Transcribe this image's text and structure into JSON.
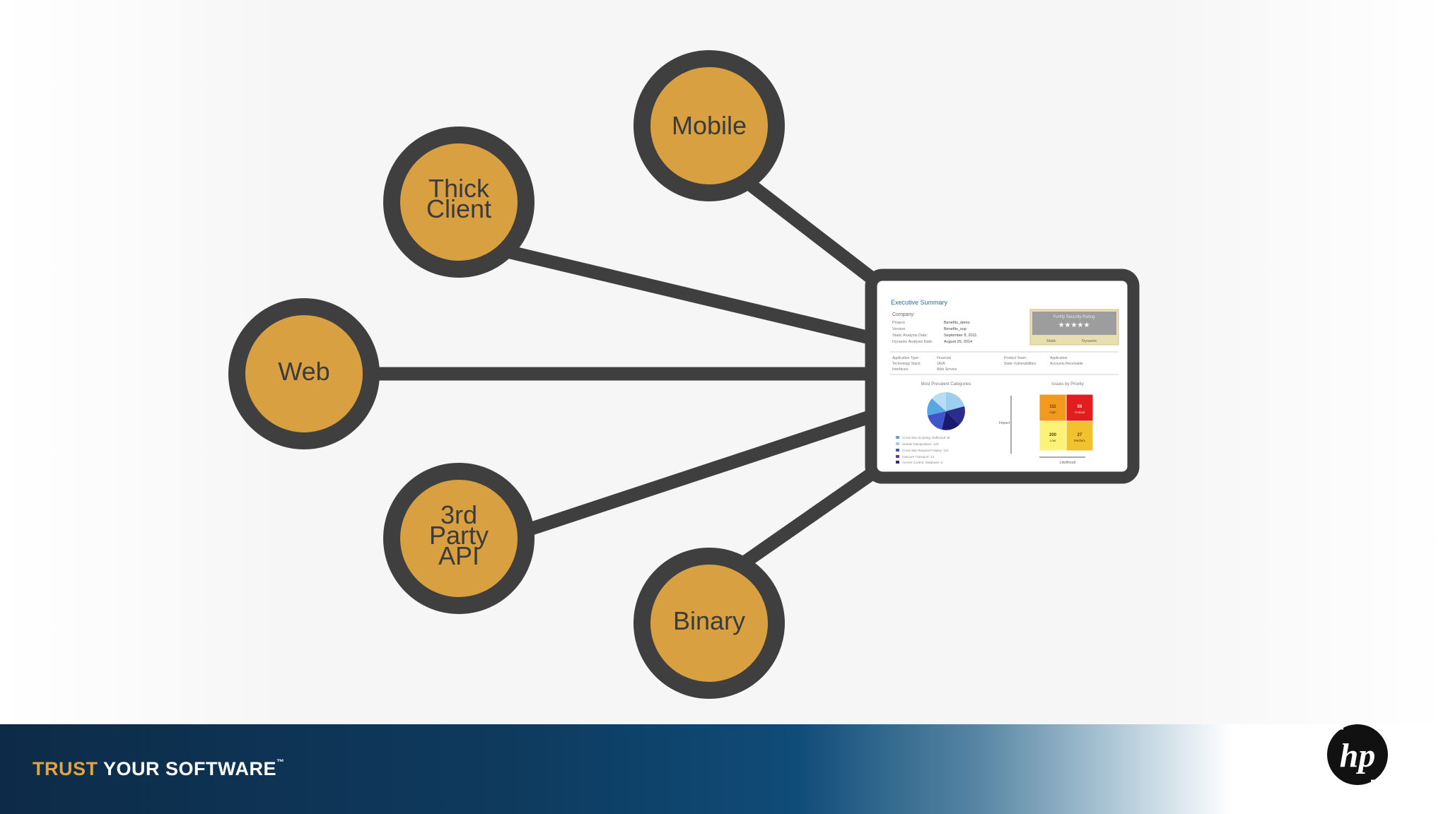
{
  "nodes": {
    "mobile": "Mobile",
    "thick_client": [
      "Thick",
      "Client"
    ],
    "web": "Web",
    "third_party_api": [
      "3rd",
      "Party",
      "API"
    ],
    "binary": "Binary"
  },
  "report": {
    "title": "Executive Summary",
    "company_label": "Company:",
    "rows": [
      {
        "label": "Project:",
        "value": "Benefits_demo"
      },
      {
        "label": "Version:",
        "value": "Benefits_sup"
      },
      {
        "label": "Static Analysis Date:",
        "value": "September 8, 2011"
      },
      {
        "label": "Dynamic Analysis Date:",
        "value": "August 25, 2014"
      }
    ],
    "rating_title": "Fortify Security Rating",
    "rating_buttons": [
      "Static",
      "Dynamic"
    ],
    "meta": [
      {
        "label": "Application Type:",
        "value": "Financial"
      },
      {
        "label": "Technology Stack:",
        "value": "JAVA"
      },
      {
        "label": "Interfaces:",
        "value": "Web Service"
      }
    ],
    "meta2": [
      {
        "label": "Product Team:",
        "value": "Application"
      },
      {
        "label": "Static Vulnerabilities:",
        "value": "Accounts Receivable"
      }
    ],
    "pie_title": "Most Prevalent Categories",
    "matrix_title": "Issues by Priority",
    "matrix_axis_y": "Impact",
    "matrix_axis_x": "Likelihood",
    "matrix_cells": [
      {
        "count": "111",
        "label": "High"
      },
      {
        "count": "59",
        "label": "Critical"
      },
      {
        "count": "200",
        "label": "Low"
      },
      {
        "count": "27",
        "label": "Medium"
      }
    ],
    "legend": [
      "Cross-Site Scripting: Reflected 40",
      "Header Manipulation: 120",
      "Cross-Site Request Forgery: 110",
      "Insecure Transport: 14",
      "Access Control: Database: 8"
    ]
  },
  "footer": {
    "tagline_accent": "TRUST",
    "tagline_rest": " YOUR SOFTWARE",
    "trademark": "™",
    "logo_text": "hp"
  },
  "colors": {
    "node_fill": "#d9a042",
    "stroke": "#3f3f3f",
    "footer_accent": "#e2a53c"
  }
}
